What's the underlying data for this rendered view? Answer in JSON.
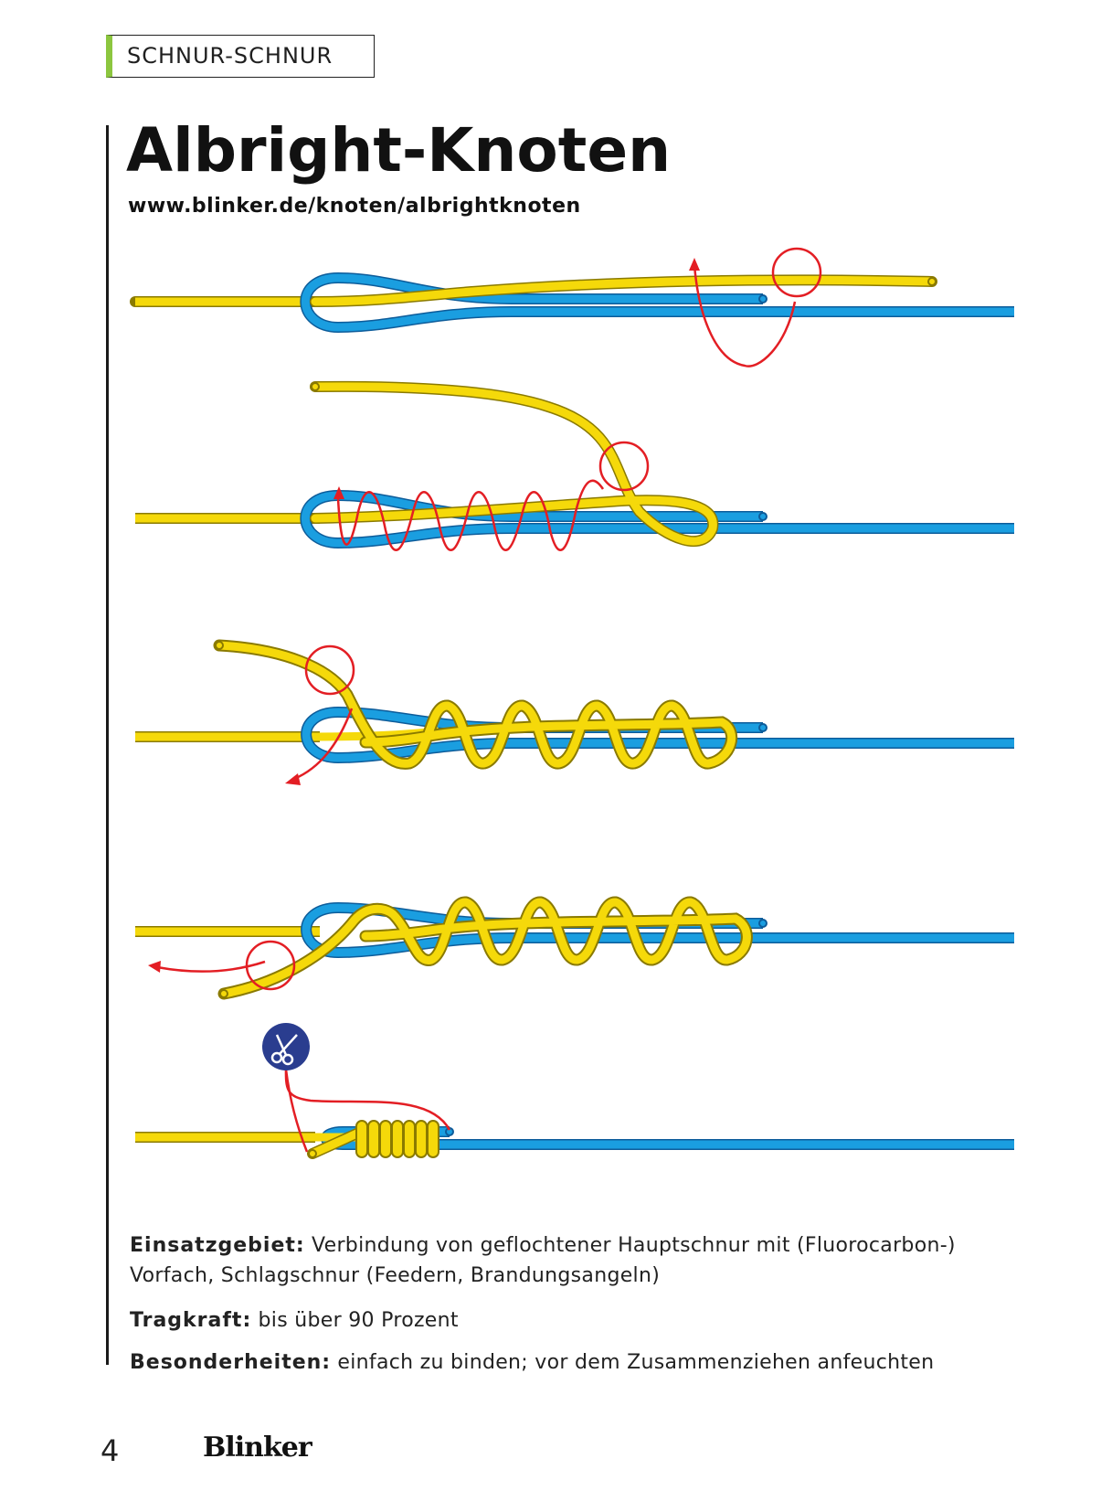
{
  "section_tag": "SCHNUR-SCHNUR",
  "title": "Albright-Knoten",
  "url": "www.blinker.de/knoten/albrightknoten",
  "colors": {
    "main_line": "#1a9ee0",
    "leader": "#f5d90a",
    "leader_outline": "#8a7a00",
    "main_outline": "#0d5c9a",
    "arrow": "#e31e24",
    "accent": "#8cc63f",
    "scissors_badge": "#2a3d8f"
  },
  "icons": [
    "scissors-icon"
  ],
  "info": {
    "einsatz_label": "Einsatzgebiet:",
    "einsatz_text": "Verbindung von geflochtener Hauptschnur mit (Fluorocarbon-) Vorfach, Schlagschnur (Feedern, Brandungsangeln)",
    "tragkraft_label": "Tragkraft:",
    "tragkraft_text": "bis über 90 Prozent",
    "besonder_label": "Besonderheiten:",
    "besonder_text": "einfach zu binden; vor dem Zusammenziehen anfeuchten"
  },
  "footer": {
    "page_number": "4",
    "brand": "Blinker"
  }
}
